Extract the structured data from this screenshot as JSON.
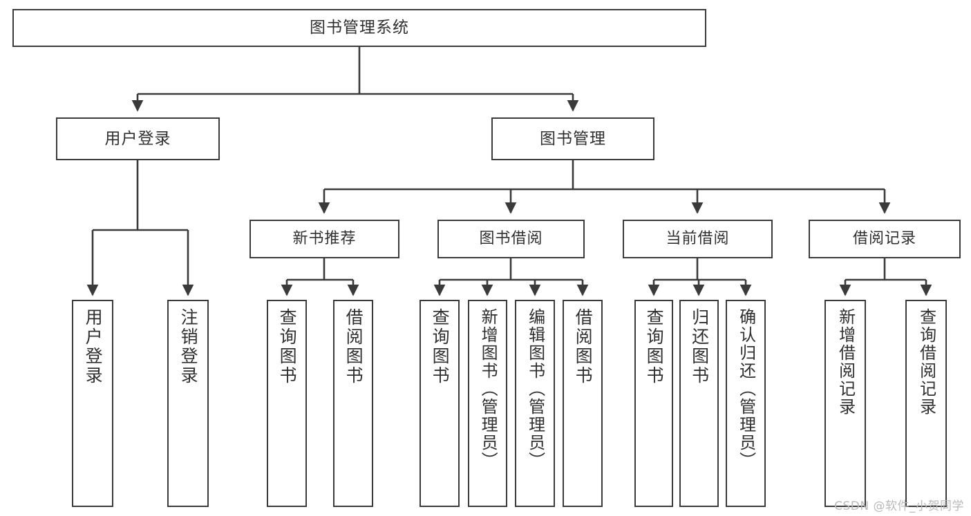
{
  "diagram": {
    "title": "图书管理系统",
    "type": "hierarchy-tree",
    "root": {
      "label": "图书管理系统"
    },
    "level2": [
      {
        "id": "user-login",
        "label": "用户登录"
      },
      {
        "id": "book-management",
        "label": "图书管理"
      }
    ],
    "level3": [
      {
        "id": "new-book-recommend",
        "label": "新书推荐",
        "parent": "book-management"
      },
      {
        "id": "book-borrow",
        "label": "图书借阅",
        "parent": "book-management"
      },
      {
        "id": "current-borrow",
        "label": "当前借阅",
        "parent": "book-management"
      },
      {
        "id": "borrow-record",
        "label": "借阅记录",
        "parent": "book-management"
      }
    ],
    "leaves": {
      "user-login": [
        {
          "id": "leaf-user-login",
          "label": "用户登录"
        },
        {
          "id": "leaf-logout",
          "label": "注销登录"
        }
      ],
      "new-book-recommend": [
        {
          "id": "leaf-query-book-1",
          "label": "查询图书"
        },
        {
          "id": "leaf-borrow-book-1",
          "label": "借阅图书"
        }
      ],
      "book-borrow": [
        {
          "id": "leaf-query-book-2",
          "label": "查询图书"
        },
        {
          "id": "leaf-add-book",
          "label": "新增图书（管理员）"
        },
        {
          "id": "leaf-edit-book",
          "label": "编辑图书（管理员）"
        },
        {
          "id": "leaf-borrow-book-2",
          "label": "借阅图书"
        }
      ],
      "current-borrow": [
        {
          "id": "leaf-query-book-3",
          "label": "查询图书"
        },
        {
          "id": "leaf-return-book",
          "label": "归还图书"
        },
        {
          "id": "leaf-confirm-return",
          "label": "确认归还（管理员）"
        }
      ],
      "borrow-record": [
        {
          "id": "leaf-add-record",
          "label": "新增借阅记录"
        },
        {
          "id": "leaf-query-record",
          "label": "查询借阅记录"
        }
      ]
    }
  },
  "watermark": {
    "text": "CSDN @软件_小贺同学"
  },
  "colors": {
    "stroke": "#3a3a3a",
    "text": "#2f2f2f",
    "background": "#ffffff",
    "watermark": "#b9b9b9"
  }
}
